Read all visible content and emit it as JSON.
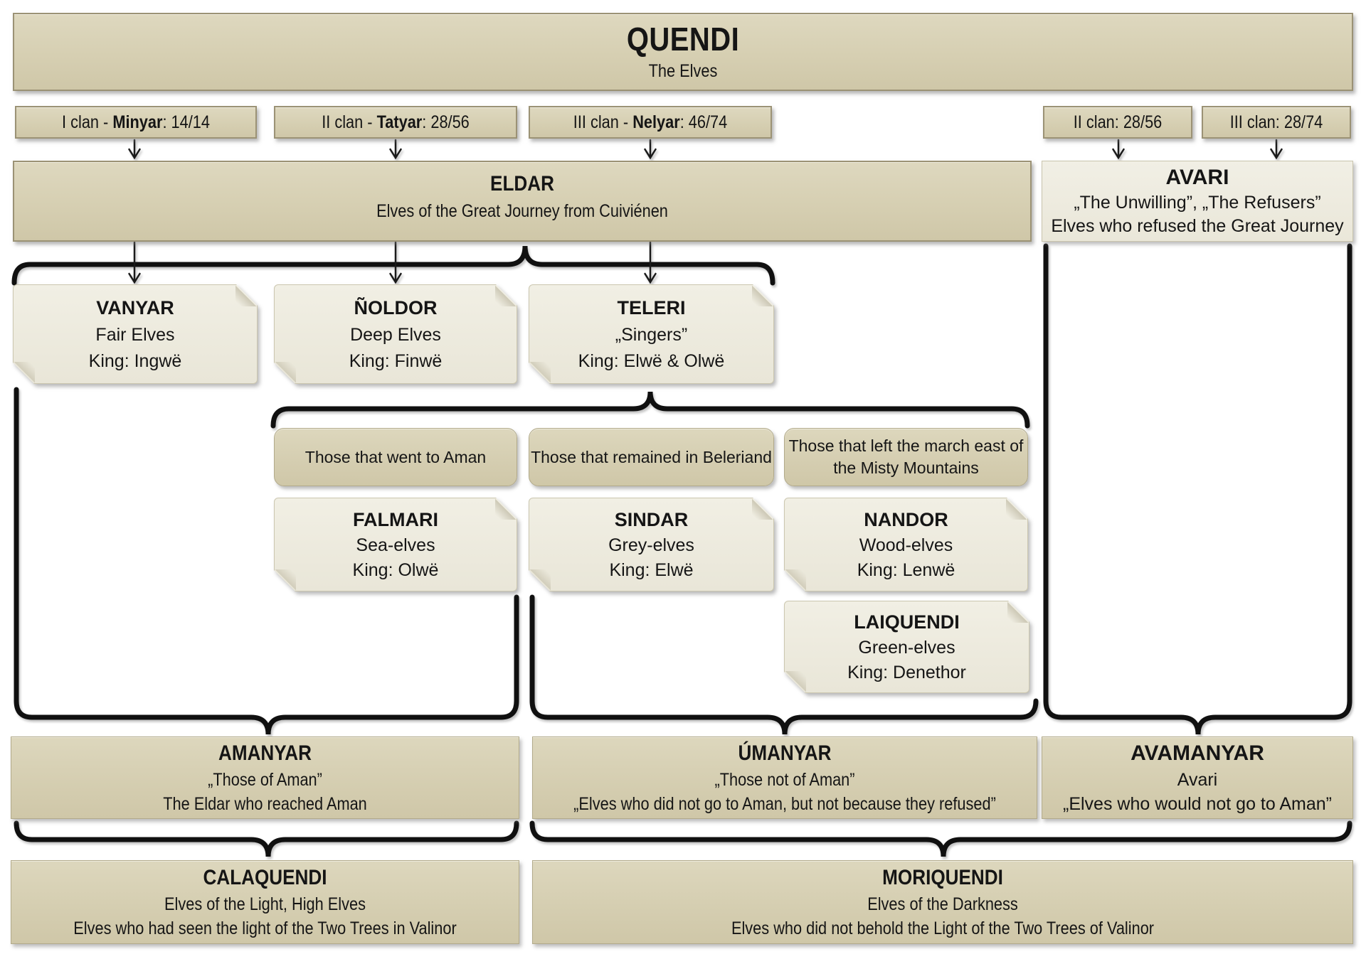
{
  "root": {
    "title": "QUENDI",
    "subtitle": "The Elves"
  },
  "clan_labels": [
    {
      "prefix": "I clan - ",
      "name": "Minyar",
      "suffix": ": 14/14"
    },
    {
      "prefix": "II clan - ",
      "name": "Tatyar",
      "suffix": ": 28/56"
    },
    {
      "prefix": "III clan - ",
      "name": "Nelyar",
      "suffix": ": 46/74"
    }
  ],
  "avari_clan_labels": [
    {
      "label": "II clan: 28/56"
    },
    {
      "label": "III clan: 28/74"
    }
  ],
  "eldar": {
    "title": "ELDAR",
    "subtitle": "Elves of the Great Journey from Cuiviénen"
  },
  "avari": {
    "title": "AVARI",
    "line1": "„The Unwilling”, „The Refusers”",
    "line2": "Elves who refused the Great Journey"
  },
  "kindreds": [
    {
      "title": "VANYAR",
      "line1": "Fair Elves",
      "line2": "King: Ingwë"
    },
    {
      "title": "ÑOLDOR",
      "line1": "Deep Elves",
      "line2": "King: Finwë"
    },
    {
      "title": "TELERI",
      "line1": "„Singers”",
      "line2": "King: Elwë & Olwë"
    }
  ],
  "teleri_fates": [
    {
      "label": "Those that went to Aman"
    },
    {
      "label": "Those that remained in Beleriand"
    },
    {
      "label": "Those that left the march east of the Misty Mountains"
    }
  ],
  "teleri_groups": [
    {
      "title": "FALMARI",
      "line1": "Sea-elves",
      "line2": "King: Olwë"
    },
    {
      "title": "SINDAR",
      "line1": "Grey-elves",
      "line2": "King: Elwë"
    },
    {
      "title": "NANDOR",
      "line1": "Wood-elves",
      "line2": "King: Lenwë"
    }
  ],
  "laiquendi": {
    "title": "LAIQUENDI",
    "line1": "Green-elves",
    "line2": "King: Denethor"
  },
  "sundering": [
    {
      "title": "AMANYAR",
      "line1": "„Those of Aman”",
      "line2": "The Eldar who reached Aman"
    },
    {
      "title": "ÚMANYAR",
      "line1": "„Those not of Aman”",
      "line2": "„Elves who did not go to Aman, but not because they refused”"
    },
    {
      "title": "AVAMANYAR",
      "line1": "Avari",
      "line2": "„Elves who would not go to Aman”"
    }
  ],
  "light_division": [
    {
      "title": "CALAQUENDI",
      "line1": "Elves of the Light, High Elves",
      "line2": "Elves who had seen the light of the Two Trees in Valinor"
    },
    {
      "title": "MORIQUENDI",
      "line1": "Elves of the Darkness",
      "line2": "Elves who did not behold the Light of the Two Trees of Valinor"
    }
  ],
  "colors": {
    "box_dark": "#d6cfb2",
    "box_light": "#edeadd",
    "line": "#111111",
    "text": "#151515"
  }
}
